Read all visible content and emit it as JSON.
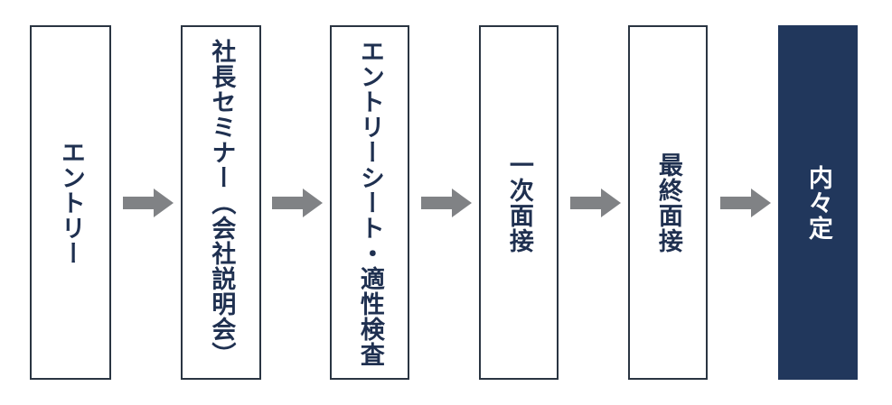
{
  "diagram": {
    "type": "horizontal-flow",
    "title": "",
    "orientation": "left-to-right",
    "text_direction": "vertical",
    "colors": {
      "background": "#ffffff",
      "box_border": "#2a3542",
      "box_fill": "#ffffff",
      "text": "#1f3050",
      "highlight_fill": "#21375c",
      "highlight_text": "#ffffff",
      "arrow": "#808285"
    },
    "stages": [
      {
        "id": "entry",
        "label": "エントリー",
        "style": "outlined"
      },
      {
        "id": "seminar",
        "label": "社長セミナー（会社説明会）",
        "style": "outlined"
      },
      {
        "id": "es-aptitude",
        "label": "エントリーシート・適性検査",
        "style": "outlined"
      },
      {
        "id": "first-interview",
        "label": "一次面接",
        "style": "outlined"
      },
      {
        "id": "final-interview",
        "label": "最終面接",
        "style": "outlined"
      },
      {
        "id": "informal-offer",
        "label": "内々定",
        "style": "filled"
      }
    ],
    "connectors": [
      {
        "id": "arrow-1",
        "from": "entry",
        "to": "seminar",
        "glyph": "right-arrow-icon"
      },
      {
        "id": "arrow-2",
        "from": "seminar",
        "to": "es-aptitude",
        "glyph": "right-arrow-icon"
      },
      {
        "id": "arrow-3",
        "from": "es-aptitude",
        "to": "first-interview",
        "glyph": "right-arrow-icon"
      },
      {
        "id": "arrow-4",
        "from": "first-interview",
        "to": "final-interview",
        "glyph": "right-arrow-icon"
      },
      {
        "id": "arrow-5",
        "from": "final-interview",
        "to": "informal-offer",
        "glyph": "right-arrow-icon"
      }
    ]
  }
}
